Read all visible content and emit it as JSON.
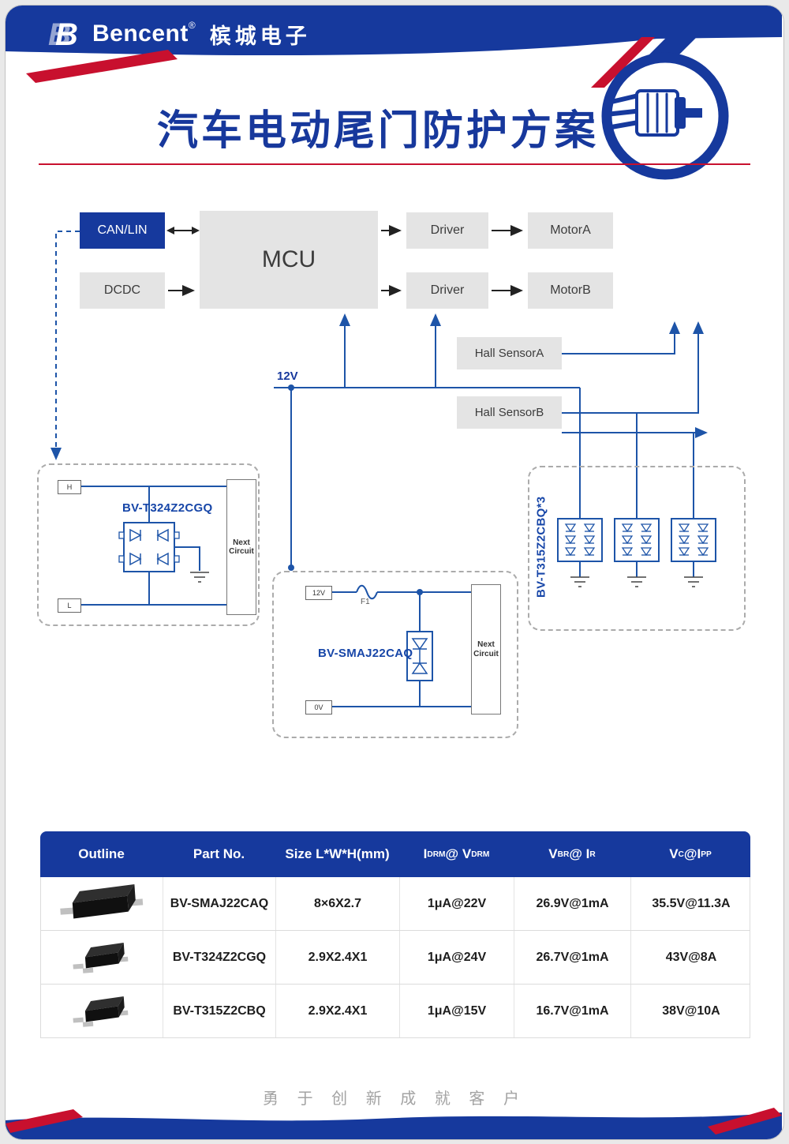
{
  "header": {
    "brand": "Bencent",
    "reg": "®",
    "brand_cn": "槟城电子",
    "title": "汽车电动尾门防护方案"
  },
  "diagram": {
    "canlin": "CAN/LIN",
    "dcdc": "DCDC",
    "mcu": "MCU",
    "driver_a": "Driver",
    "driver_b": "Driver",
    "motor_a": "MotorA",
    "motor_b": "MotorB",
    "hall_a": "Hall SensorA",
    "hall_b": "Hall SensorB",
    "rail_12v": "12V"
  },
  "circuit_left": {
    "part": "BV-T324Z2CGQ",
    "term_h": "H",
    "term_l": "L",
    "next": "Next Circuit"
  },
  "circuit_mid": {
    "part": "BV-SMAJ22CAQ",
    "term_12v": "12V",
    "term_0v": "0V",
    "fuse": "F1",
    "next": "Next Circuit"
  },
  "circuit_right": {
    "part": "BV-T315Z2CBQ*3"
  },
  "table": {
    "col_outline": "Outline",
    "col_part": "Part No.",
    "col_size": "Size L*W*H(mm)",
    "col_idrm": {
      "p1": "I",
      "s1": "DRM",
      "p2": "@ V",
      "s2": "DRM"
    },
    "col_vbr": {
      "p1": "V",
      "s1": "BR",
      "p2": "@ I",
      "s2": "R"
    },
    "col_vc": {
      "p1": "V",
      "s1": "C",
      "p2": "@I",
      "s2": "PP"
    },
    "rows": [
      {
        "outline_icon": "sma-smd-package-icon",
        "part": "BV-SMAJ22CAQ",
        "size": "8×6X2.7",
        "idrm": "1μA@22V",
        "vbr": "26.9V@1mA",
        "vc": "35.5V@11.3A"
      },
      {
        "outline_icon": "sot23-smd-package-icon",
        "part": "BV-T324Z2CGQ",
        "size": "2.9X2.4X1",
        "idrm": "1μA@24V",
        "vbr": "26.7V@1mA",
        "vc": "43V@8A"
      },
      {
        "outline_icon": "sot23-smd-package-icon",
        "part": "BV-T315Z2CBQ",
        "size": "2.9X2.4X1",
        "idrm": "1μA@15V",
        "vbr": "16.7V@1mA",
        "vc": "38V@10A"
      }
    ]
  },
  "footer": {
    "slogan": "勇 于 创 新    成 就 客 户"
  },
  "colors": {
    "brand_blue": "#16399d",
    "accent_red": "#c8102e",
    "box_gray": "#e4e4e4",
    "wire_blue": "#1d54a8"
  }
}
